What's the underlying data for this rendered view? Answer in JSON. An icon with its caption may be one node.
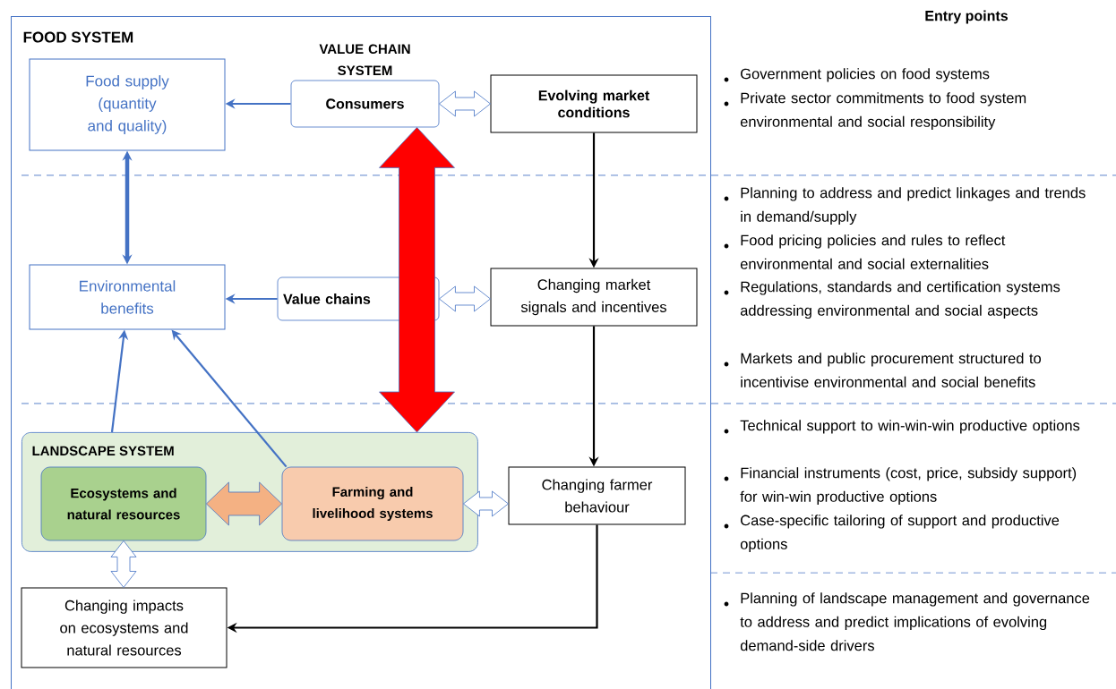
{
  "diagram": {
    "nodes": [
      {
        "text": [
          "FOOD SYSTEM"
        ]
      },
      {
        "text": [
          "Food supply (quantity and quality)"
        ],
        "in": 0
      },
      {
        "text": [
          "Consumers"
        ],
        "in": 0,
        "beside": [
          "VALUE CHAIN SYSTEM"
        ]
      },
      {
        "text": [
          "Evolving market conditions"
        ],
        "in": 0
      },
      {
        "text": [
          "Environmental benefits"
        ],
        "in": 0
      },
      {
        "text": [
          "Value chains"
        ],
        "in": 0
      },
      {
        "text": [
          "Changing market signals and incentives"
        ],
        "in": 0
      },
      {
        "text": [
          "LANDSCAPE SYSTEM"
        ],
        "in": 0
      },
      {
        "text": [
          "Ecosystems and natural resources"
        ],
        "in": 7
      },
      {
        "text": [
          "Farming and livelihood systems"
        ],
        "in": 7
      },
      {
        "text": [
          "Changing farmer behaviour"
        ],
        "in": 0
      },
      {
        "text": [
          "Changing impacts on ecosystems and natural resources"
        ],
        "in": 0
      }
    ],
    "edges": [
      {
        "from": 2,
        "to": 1,
        "arrow": "to"
      },
      {
        "from": 2,
        "to": 3,
        "arrow": "both",
        "style": "thick",
        "color": "#ffffff"
      },
      {
        "from": 2,
        "to": 7,
        "arrow": "both",
        "style": "thick",
        "color": "#ff0000"
      },
      {
        "from": 1,
        "to": 4,
        "arrow": "both",
        "style": "thick"
      },
      {
        "from": 5,
        "to": 4,
        "arrow": "to"
      },
      {
        "from": 5,
        "to": 6,
        "arrow": "both",
        "style": "thick",
        "color": "#ffffff"
      },
      {
        "from": 3,
        "to": 6,
        "arrow": "to",
        "color": "#000000"
      },
      {
        "from": 6,
        "to": 10,
        "arrow": "to",
        "color": "#000000"
      },
      {
        "from": 7,
        "to": 4,
        "arrow": "to"
      },
      {
        "from": 9,
        "to": 4,
        "arrow": "to"
      },
      {
        "from": 8,
        "to": 9,
        "arrow": "both",
        "style": "thick",
        "color": "#f4b183"
      },
      {
        "from": 9,
        "to": 10,
        "arrow": "both",
        "style": "thick",
        "color": "#ffffff"
      },
      {
        "from": 8,
        "to": 11,
        "arrow": "both",
        "style": "thick",
        "color": "#ffffff"
      },
      {
        "from": 10,
        "to": 11,
        "arrow": "to",
        "color": "#000000"
      }
    ],
    "labels": [
      "Entry points",
      "Government policies on food systems",
      "Private sector commitments to food system environmental and social responsibility",
      "Planning to address and predict linkages and trends in demand/supply",
      "Food pricing policies and rules to reflect environmental and social externalities",
      "Regulations, standards and certification systems addressing environmental and social aspects",
      "Markets and public procurement structured to incentivise environmental and social benefits",
      "Technical support to win-win-win productive options",
      "Financial instruments (cost, price, subsidy support) for win-win productive options",
      "Case-specific tailoring of support and productive options",
      "Planning of landscape management and governance to address and predict implications of evolving demand-side drivers"
    ]
  }
}
